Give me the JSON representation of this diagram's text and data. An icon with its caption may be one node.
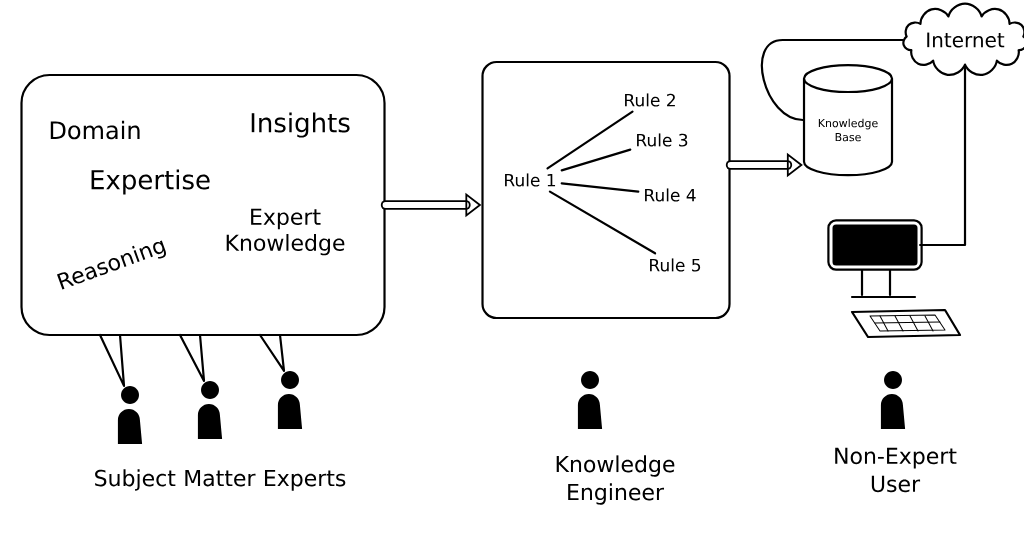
{
  "diagram": {
    "nodes": [
      {
        "text": [
          "Domain",
          "Expertise",
          "Insights",
          "Expert Knowledge",
          "Reasoning"
        ]
      },
      {
        "text": [],
        "shape": "box"
      },
      {
        "text": [
          "Rule 1"
        ],
        "in": 1
      },
      {
        "text": [
          "Rule 2"
        ],
        "in": 1
      },
      {
        "text": [
          "Rule 3"
        ],
        "in": 1
      },
      {
        "text": [
          "Rule 4"
        ],
        "in": 1
      },
      {
        "text": [
          "Rule 5"
        ],
        "in": 1
      },
      {
        "text": [
          "Internet"
        ]
      },
      {
        "text": [
          "Knowledge Base"
        ]
      },
      {
        "text": [],
        "shape": "picture"
      },
      {
        "text": [],
        "shape": "person"
      },
      {
        "text": [],
        "shape": "person"
      },
      {
        "text": [],
        "shape": "person"
      },
      {
        "text": [],
        "shape": "person"
      },
      {
        "text": [],
        "shape": "person"
      }
    ],
    "edges": [
      {
        "from": 0,
        "to": 1,
        "arrow": "to",
        "style": "thick"
      },
      {
        "from": 2,
        "to": 3,
        "arrow": "none"
      },
      {
        "from": 2,
        "to": 4,
        "arrow": "none"
      },
      {
        "from": 2,
        "to": 5,
        "arrow": "none"
      },
      {
        "from": 2,
        "to": 6,
        "arrow": "none"
      },
      {
        "from": 1,
        "to": 8,
        "arrow": "to",
        "style": "thick"
      },
      {
        "from": 7,
        "to": 8,
        "arrow": "none"
      },
      {
        "from": 7,
        "to": 9,
        "arrow": "none"
      },
      {
        "from": 0,
        "to": 10,
        "arrow": "none"
      },
      {
        "from": 0,
        "to": 11,
        "arrow": "none"
      },
      {
        "from": 0,
        "to": 12,
        "arrow": "none"
      }
    ],
    "labels": [
      "Subject Matter Experts",
      "Knowledge Engineer",
      "Non-Expert User"
    ]
  }
}
